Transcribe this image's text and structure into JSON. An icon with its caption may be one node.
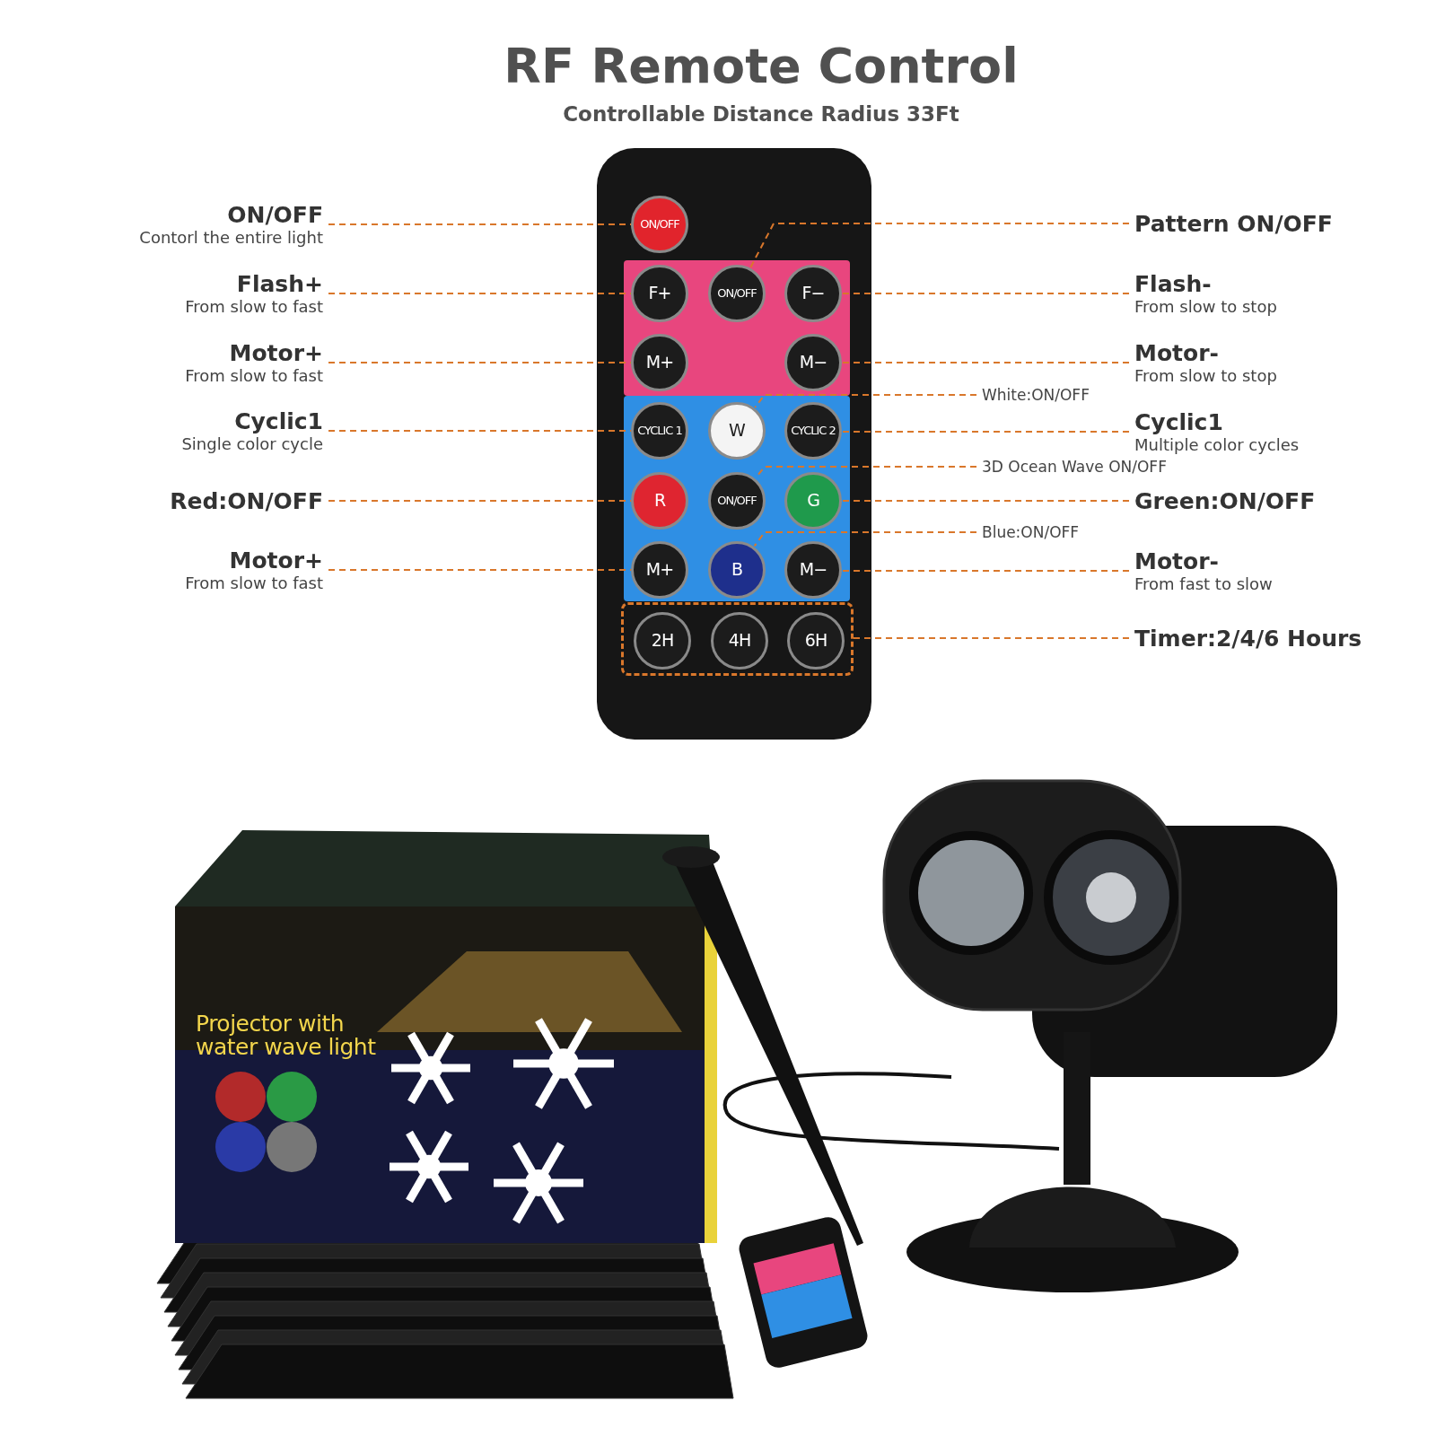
{
  "diagram": {
    "title": "RF Remote Control",
    "nodes": [
      {
        "text": [],
        "shape": "box"
      },
      {
        "text": [
          "ON/OFF"
        ],
        "in": 0
      },
      {
        "text": [],
        "shape": "box",
        "in": 0
      },
      {
        "text": [
          "F+"
        ],
        "in": 2
      },
      {
        "text": [
          "ON/OFF"
        ],
        "in": 2
      },
      {
        "text": [
          "F−"
        ],
        "in": 2
      },
      {
        "text": [
          "M+"
        ],
        "in": 2
      },
      {
        "text": [
          "M−"
        ],
        "in": 2
      },
      {
        "text": [],
        "shape": "box",
        "in": 0
      },
      {
        "text": [
          "CYCLIC 1"
        ],
        "in": 8
      },
      {
        "text": [
          "W"
        ],
        "in": 8
      },
      {
        "text": [
          "CYCLIC 2"
        ],
        "in": 8
      },
      {
        "text": [
          "R"
        ],
        "in": 8
      },
      {
        "text": [
          "ON/OFF"
        ],
        "in": 8
      },
      {
        "text": [
          "G"
        ],
        "in": 8
      },
      {
        "text": [
          "M+"
        ],
        "in": 8
      },
      {
        "text": [
          "B"
        ],
        "in": 8
      },
      {
        "text": [
          "M−"
        ],
        "in": 8
      },
      {
        "text": [],
        "shape": "box",
        "in": 0
      },
      {
        "text": [
          "2H"
        ],
        "in": 18
      },
      {
        "text": [
          "4H"
        ],
        "in": 18
      },
      {
        "text": [
          "6H"
        ],
        "in": 18
      },
      {
        "text": [
          "ON/OFF",
          "Contorl the entire light"
        ]
      },
      {
        "text": [
          "Flash+",
          "From slow to fast"
        ]
      },
      {
        "text": [
          "Motor+",
          "From slow to fast"
        ]
      },
      {
        "text": [
          "Cyclic1",
          "Single color cycle"
        ]
      },
      {
        "text": [
          "Red:ON/OFF"
        ]
      },
      {
        "text": [
          "Motor+",
          "From slow to fast"
        ]
      },
      {
        "text": [
          "Pattern ON/OFF"
        ]
      },
      {
        "text": [
          "Flash-",
          "From slow to stop"
        ]
      },
      {
        "text": [
          "Motor-",
          "From slow to stop"
        ]
      },
      {
        "text": [
          "White:ON/OFF"
        ]
      },
      {
        "text": [
          "Cyclic1",
          "Multiple color cycles"
        ]
      },
      {
        "text": [
          "3D Ocean Wave ON/OFF"
        ]
      },
      {
        "text": [
          "Green:ON/OFF"
        ]
      },
      {
        "text": [
          "Blue:ON/OFF"
        ]
      },
      {
        "text": [
          "Motor-",
          "From fast to slow"
        ]
      },
      {
        "text": [
          "Timer:2/4/6 Hours"
        ]
      }
    ],
    "edges": [
      {
        "from": 22,
        "to": 1,
        "arrow": "none",
        "style": "dashed"
      },
      {
        "from": 23,
        "to": 3,
        "arrow": "none",
        "style": "dashed"
      },
      {
        "from": 24,
        "to": 6,
        "arrow": "none",
        "style": "dashed"
      },
      {
        "from": 25,
        "to": 9,
        "arrow": "none",
        "style": "dashed"
      },
      {
        "from": 26,
        "to": 12,
        "arrow": "none",
        "style": "dashed"
      },
      {
        "from": 27,
        "to": 15,
        "arrow": "none",
        "style": "dashed"
      },
      {
        "from": 28,
        "to": 4,
        "arrow": "none",
        "style": "dashed"
      },
      {
        "from": 29,
        "to": 5,
        "arrow": "none",
        "style": "dashed"
      },
      {
        "from": 30,
        "to": 7,
        "arrow": "none",
        "style": "dashed"
      },
      {
        "from": 31,
        "to": 10,
        "arrow": "none",
        "style": "dashed"
      },
      {
        "from": 32,
        "to": 11,
        "arrow": "none",
        "style": "dashed"
      },
      {
        "from": 33,
        "to": 13,
        "arrow": "none",
        "style": "dashed"
      },
      {
        "from": 34,
        "to": 14,
        "arrow": "none",
        "style": "dashed"
      },
      {
        "from": 35,
        "to": 16,
        "arrow": "none",
        "style": "dashed"
      },
      {
        "from": 36,
        "to": 17,
        "arrow": "none",
        "style": "dashed"
      },
      {
        "from": 37,
        "to": 18,
        "arrow": "none",
        "style": "dashed"
      }
    ],
    "labels": [
      "Controllable Distance Radius 33Ft",
      "Projector with water wave light"
    ]
  }
}
